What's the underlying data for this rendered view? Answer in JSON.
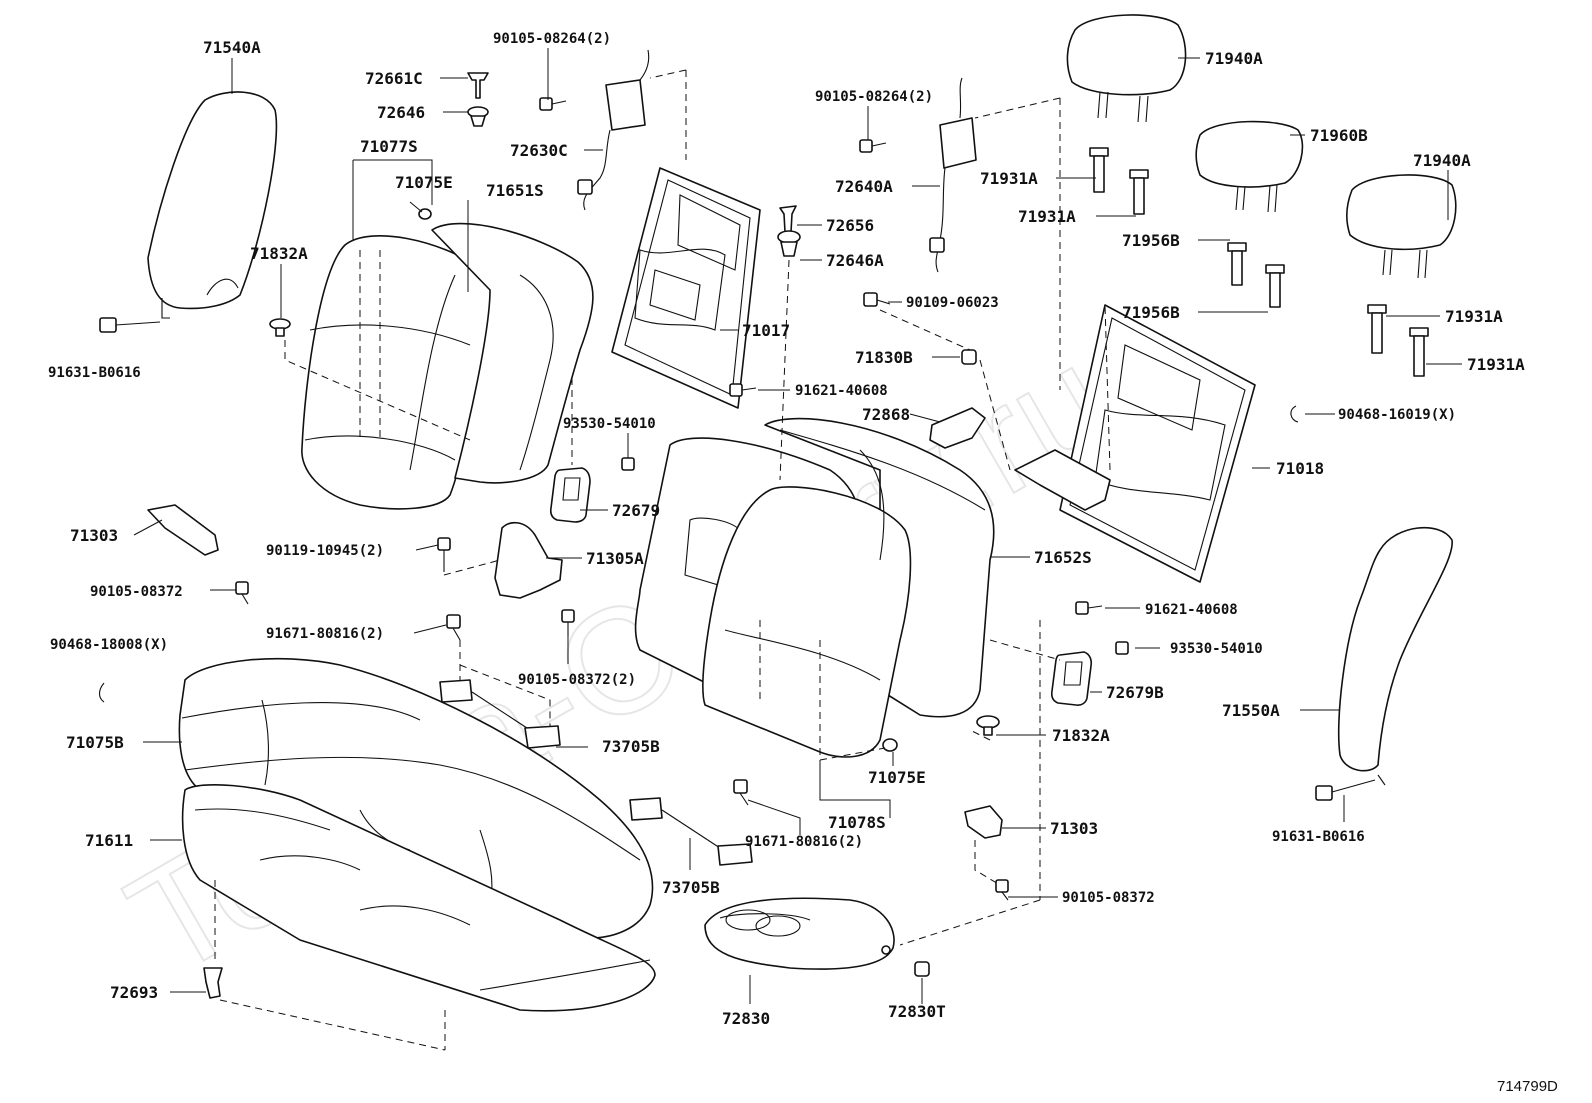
{
  "diagram": {
    "watermark": "Toyota-Camry.ru",
    "reference_code": "714799D",
    "labels": {
      "l71540A": "71540A",
      "l72661C": "72661C",
      "l72646": "72646",
      "l71077S": "71077S",
      "l71075E_top": "71075E",
      "l71651S": "71651S",
      "l71832A_left": "71832A",
      "l91631_left": "91631-B0616",
      "l90105_top": "90105-08264(2)",
      "l72630C": "72630C",
      "l90105_mid": "90105-08264(2)",
      "l72640A": "72640A",
      "l72656": "72656",
      "l72646A": "72646A",
      "l71017": "71017",
      "l90109": "90109-06023",
      "l71830B": "71830B",
      "l91621_top": "91621-40608",
      "l72868": "72868",
      "l93530_top": "93530-54010",
      "l72679": "72679",
      "l71940A_top": "71940A",
      "l71960B": "71960B",
      "l71940A_right": "71940A",
      "l71931A_1": "71931A",
      "l71931A_2": "71931A",
      "l71956B_1": "71956B",
      "l71956B_2": "71956B",
      "l71931A_3": "71931A",
      "l71931A_4": "71931A",
      "l90468_16019": "90468-16019(X)",
      "l71018": "71018",
      "l71303_left": "71303",
      "l90119": "90119-10945(2)",
      "l71305A": "71305A",
      "l90105_08372_left": "90105-08372",
      "l71652S": "71652S",
      "l91621_bottom": "91621-40608",
      "l93530_bottom": "93530-54010",
      "l90468_18008": "90468-18008(X)",
      "l91671_top": "91671-80816(2)",
      "l90105_08372_2": "90105-08372(2)",
      "l72679B": "72679B",
      "l71550A": "71550A",
      "l71075B": "71075B",
      "l73705B_top": "73705B",
      "l71832A_right": "71832A",
      "l71075E_bottom": "71075E",
      "l71078S": "71078S",
      "l71303_right": "71303",
      "l91631_right": "91631-B0616",
      "l71611": "71611",
      "l91671_bottom": "91671-80816(2)",
      "l73705B_bottom": "73705B",
      "l90105_08372_right": "90105-08372",
      "l72693": "72693",
      "l72830": "72830",
      "l72830T": "72830T"
    }
  }
}
